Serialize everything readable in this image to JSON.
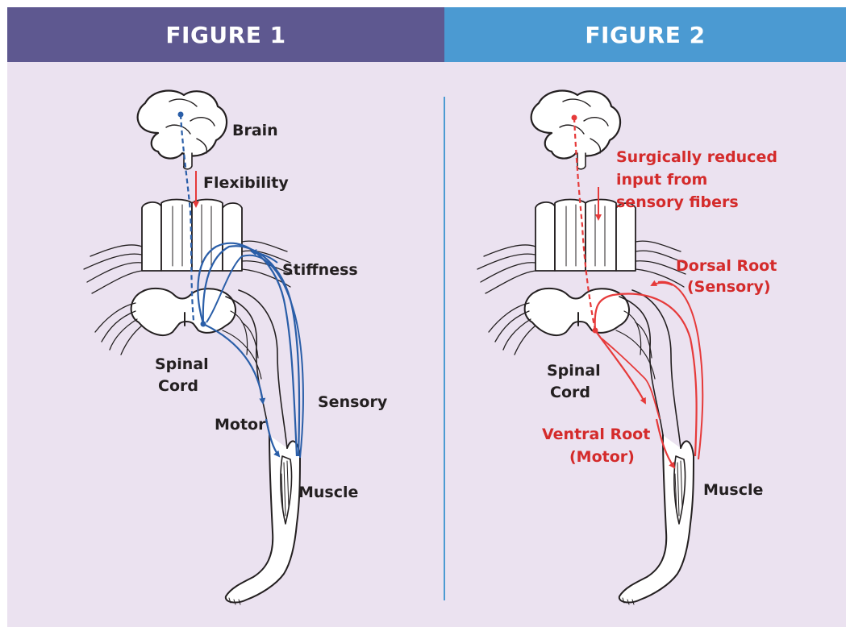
{
  "colors": {
    "figure1_header": "#5e5890",
    "figure2_header": "#4b9ad2",
    "panel_background": "#ebe2f0",
    "divider": "#4b9ad2",
    "pathway_blue": "#2a5ea8",
    "pathway_red": "#e63a3a",
    "label_dark": "#231f20",
    "label_red": "#d42b2b"
  },
  "figure1": {
    "header": "FIGURE 1",
    "labels": {
      "brain": "Brain",
      "flexibility": "Flexibility",
      "stiffness": "Stiffness",
      "spinal": "Spinal",
      "cord": "Cord",
      "motor": "Motor",
      "sensory": "Sensory",
      "muscle": "Muscle"
    }
  },
  "figure2": {
    "header": "FIGURE 2",
    "labels": {
      "surgical_line1": "Surgically reduced",
      "surgical_line2": "input from",
      "surgical_line3": "sensory fibers",
      "dorsal_line1": "Dorsal Root",
      "dorsal_line2": "(Sensory)",
      "spinal": "Spinal",
      "cord": "Cord",
      "ventral_line1": "Ventral Root",
      "ventral_line2": "(Motor)",
      "muscle": "Muscle"
    }
  }
}
